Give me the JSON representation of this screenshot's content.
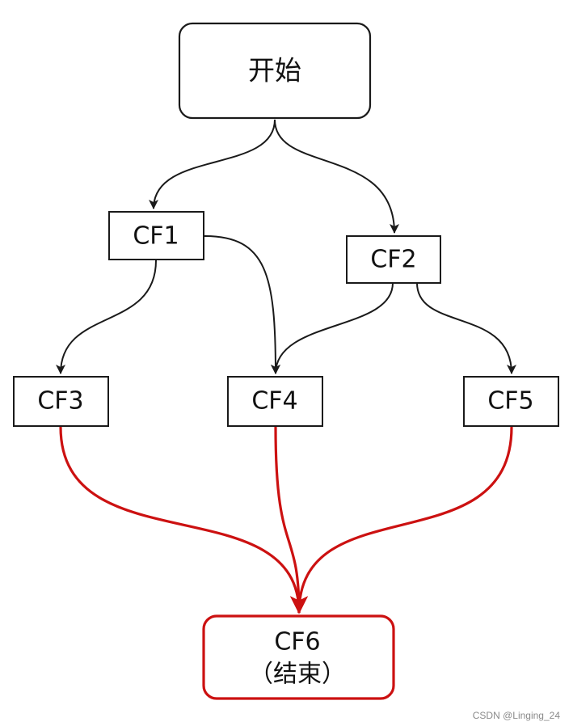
{
  "nodes": {
    "start": "开始",
    "cf1": "CF1",
    "cf2": "CF2",
    "cf3": "CF3",
    "cf4": "CF4",
    "cf5": "CF5",
    "cf6_line1": "CF6",
    "cf6_line2": "（结束）"
  },
  "edges": [
    {
      "from": "开始",
      "to": "CF1"
    },
    {
      "from": "开始",
      "to": "CF2"
    },
    {
      "from": "CF1",
      "to": "CF3"
    },
    {
      "from": "CF1",
      "to": "CF4"
    },
    {
      "from": "CF2",
      "to": "CF4"
    },
    {
      "from": "CF2",
      "to": "CF5"
    },
    {
      "from": "CF3",
      "to": "CF6"
    },
    {
      "from": "CF4",
      "to": "CF6"
    },
    {
      "from": "CF5",
      "to": "CF6"
    }
  ],
  "watermark": "CSDN @Linging_24",
  "colors": {
    "edge_default": "#1a1a1a",
    "edge_highlight": "#cc1111",
    "end_node_border": "#cc1111"
  }
}
